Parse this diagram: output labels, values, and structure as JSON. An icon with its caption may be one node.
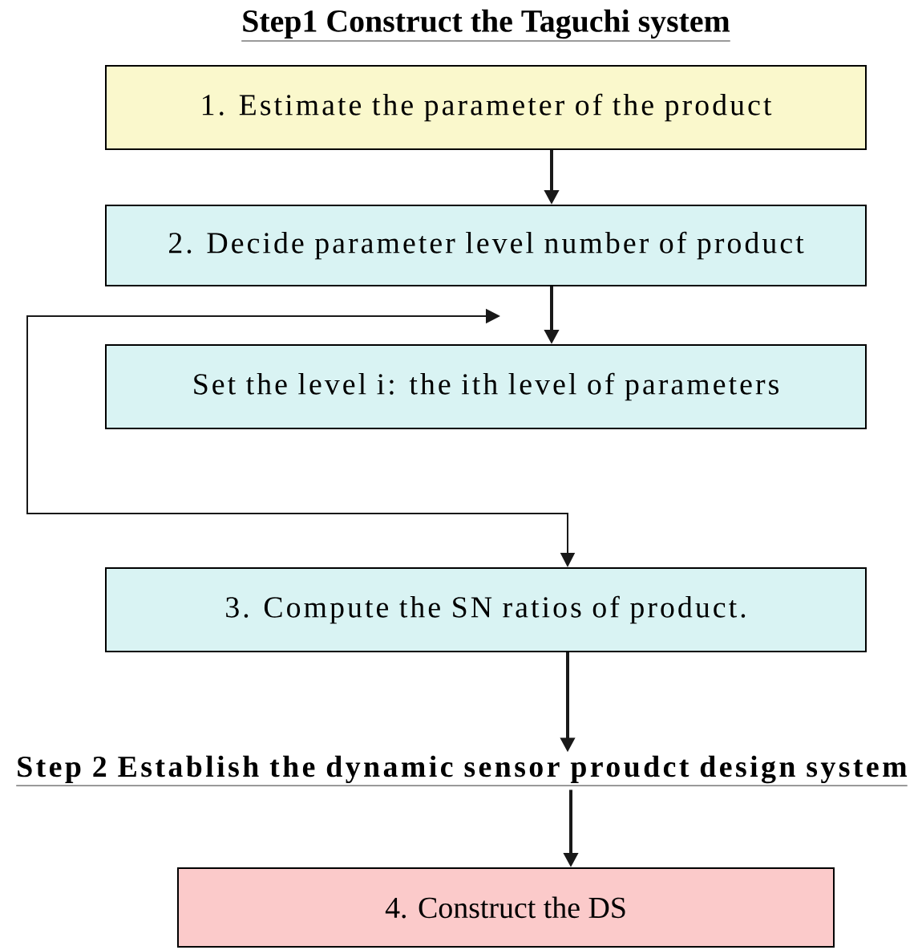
{
  "diagram": {
    "title": "Step1 Construct the Taguchi system",
    "nodes": [
      {
        "text": [
          "1. Estimate the parameter of the product"
        ]
      },
      {
        "text": [
          "2. Decide parameter level number of product"
        ]
      },
      {
        "text": [
          "Set the level i: the ith level of parameters"
        ]
      },
      {
        "text": [
          "3. Compute the SN ratios of product."
        ]
      },
      {
        "text": [
          "Step 2 Establish the dynamic sensor proudct design system"
        ]
      },
      {
        "text": [
          "4. Construct the DS"
        ]
      }
    ],
    "edges": [
      {
        "from": 0,
        "to": 1,
        "arrow": "to"
      },
      {
        "from": 1,
        "to": 2,
        "arrow": "to"
      },
      {
        "from": null,
        "to": 3,
        "arrow": "both"
      },
      {
        "from": 3,
        "to": 4,
        "arrow": "to"
      },
      {
        "from": 4,
        "to": 5,
        "arrow": "to"
      }
    ]
  }
}
